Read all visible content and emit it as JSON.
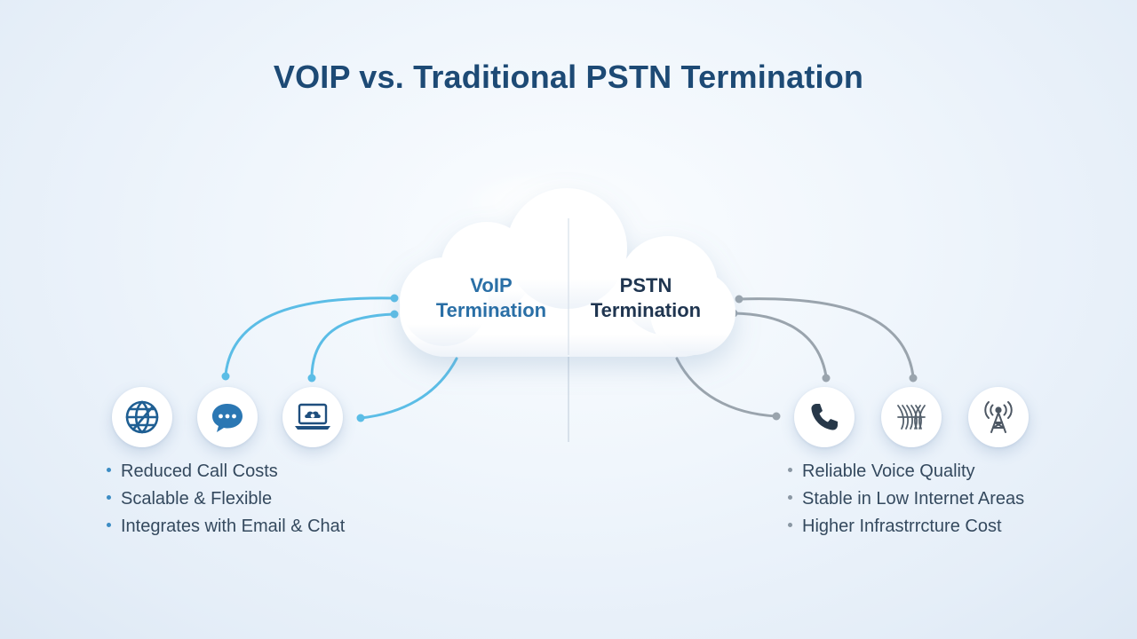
{
  "title": "VOIP vs. Traditional PSTN Termination",
  "cloud": {
    "voip_line1": "VoIP",
    "voip_line2": "Termination",
    "pstn_line1": "PSTN",
    "pstn_line2": "Termination"
  },
  "voip_icons": [
    "globe-icon",
    "chat-bubble-icon",
    "laptop-cloud-icon"
  ],
  "pstn_icons": [
    "phone-handset-icon",
    "fiber-cable-icon",
    "cell-tower-icon"
  ],
  "voip_benefits": [
    "Reduced Call Costs",
    "Scalable & Flexible",
    "Integrates with Email & Chat"
  ],
  "pstn_benefits": [
    "Reliable Voice Quality",
    "Stable in Low Internet Areas",
    "Higher Infrastrrcture Cost"
  ],
  "colors": {
    "title": "#1d4a75",
    "voip_accent": "#5bbde6",
    "voip_text": "#2a6fa6",
    "pstn_accent": "#9aa4ad",
    "pstn_text": "#1f3550",
    "bullet_text": "#34495e"
  }
}
